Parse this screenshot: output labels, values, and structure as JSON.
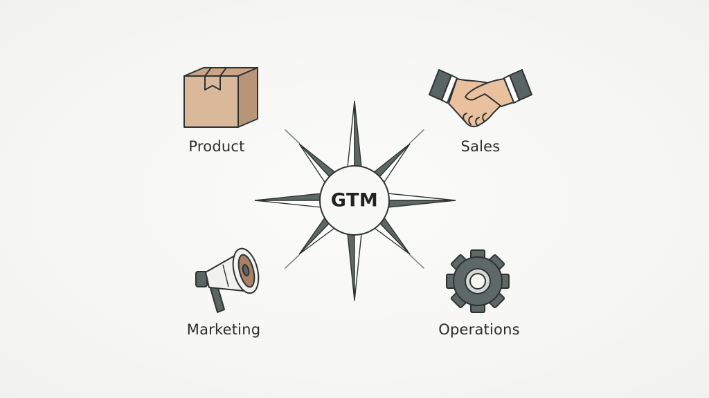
{
  "diagram": {
    "center": {
      "label": "GTM"
    },
    "nodes": [
      {
        "id": "product",
        "label": "Product",
        "icon": "box-icon"
      },
      {
        "id": "sales",
        "label": "Sales",
        "icon": "handshake-icon"
      },
      {
        "id": "marketing",
        "label": "Marketing",
        "icon": "megaphone-icon"
      },
      {
        "id": "operations",
        "label": "Operations",
        "icon": "gear-icon"
      }
    ]
  },
  "colors": {
    "star_dark": "#5d6865",
    "star_light": "#ffffff",
    "outline": "#2d3331",
    "connector": "#7d8986",
    "box": "#d9b99a",
    "skin": "#e9c19f",
    "cuff": "#5a6462",
    "gear": "#5e6866",
    "megaphone_body": "#f1f1ef",
    "megaphone_bell": "#a88066"
  }
}
